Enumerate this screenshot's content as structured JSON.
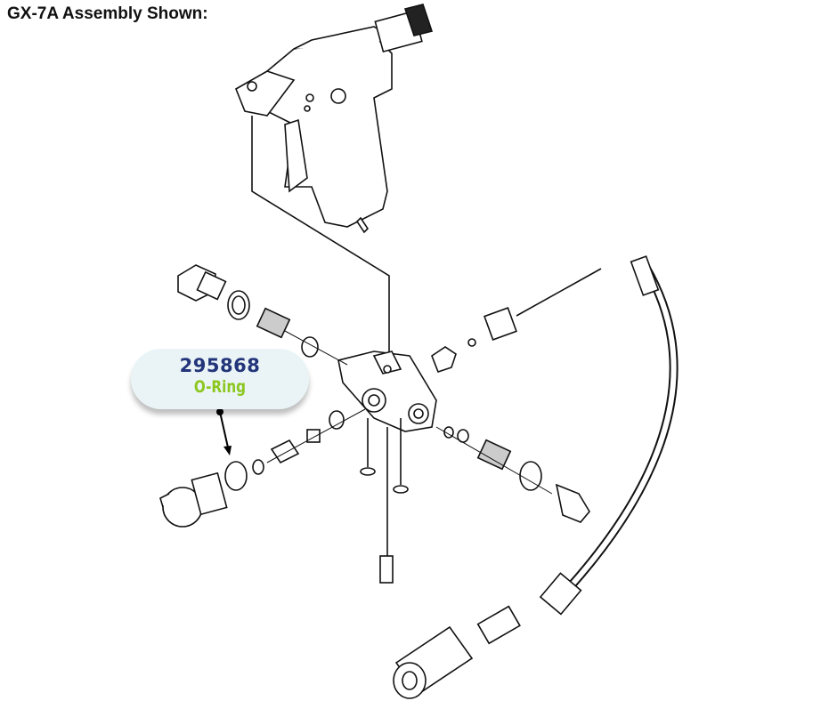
{
  "title": "GX-7A Assembly Shown:",
  "callout": {
    "part_number": "295868",
    "part_name": "O-Ring",
    "colors": {
      "background": "#eaf4f6",
      "part_number": "#23357a",
      "part_name": "#8cc71f"
    }
  }
}
